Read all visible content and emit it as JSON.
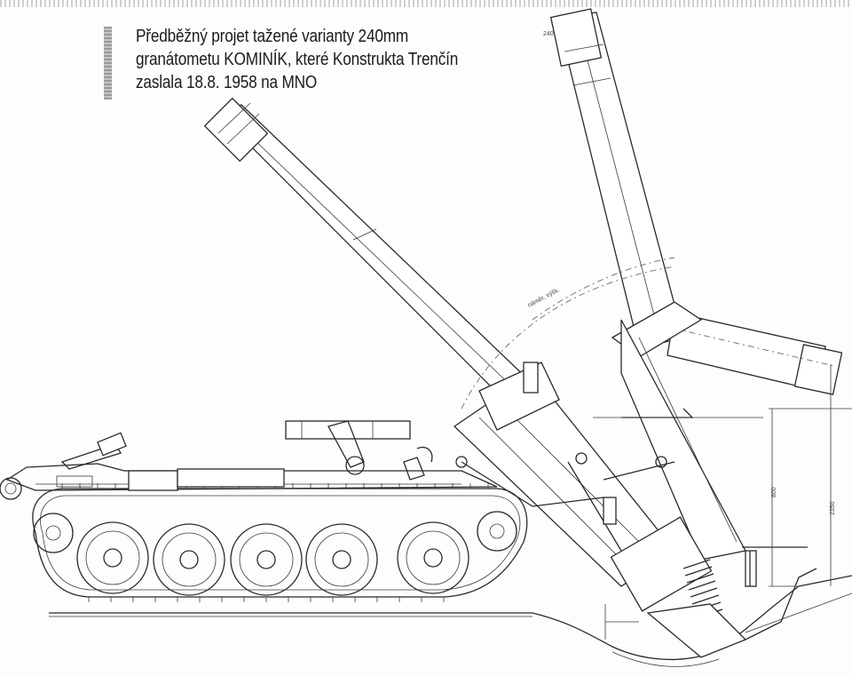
{
  "caption": {
    "line1": "Předběžný projet tažené varianty 240mm",
    "line2": "granátometu KOMINÍK, které Konstrukta Trenčín",
    "line3": "zaslala 18.8. 1958 na MNO"
  }
}
